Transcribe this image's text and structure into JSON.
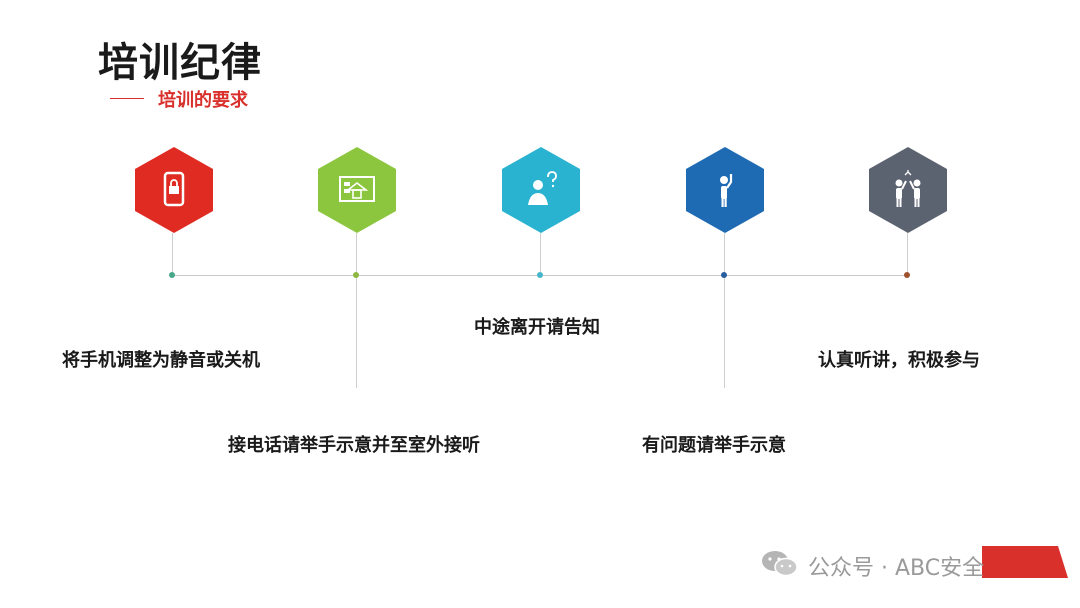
{
  "header": {
    "title": "培训纪律",
    "subtitle": "培训的要求"
  },
  "colors": {
    "accent": "#d9302c",
    "node_red": "#e02b22",
    "node_green": "#8cc63e",
    "node_cyan": "#29b3d1",
    "node_blue": "#1f6bb3",
    "node_gray": "#5b6270"
  },
  "items": [
    {
      "label": "将手机调整为静音或关机",
      "icon": "phone-lock-icon"
    },
    {
      "label": "接电话请举手示意并至室外接听",
      "icon": "building-icon"
    },
    {
      "label": "中途离开请告知",
      "icon": "question-person-icon"
    },
    {
      "label": "有问题请举手示意",
      "icon": "raise-hand-icon"
    },
    {
      "label": "认真听讲，积极参与",
      "icon": "high-five-icon"
    }
  ],
  "watermark": {
    "text": "公众号 · ABC安全"
  }
}
